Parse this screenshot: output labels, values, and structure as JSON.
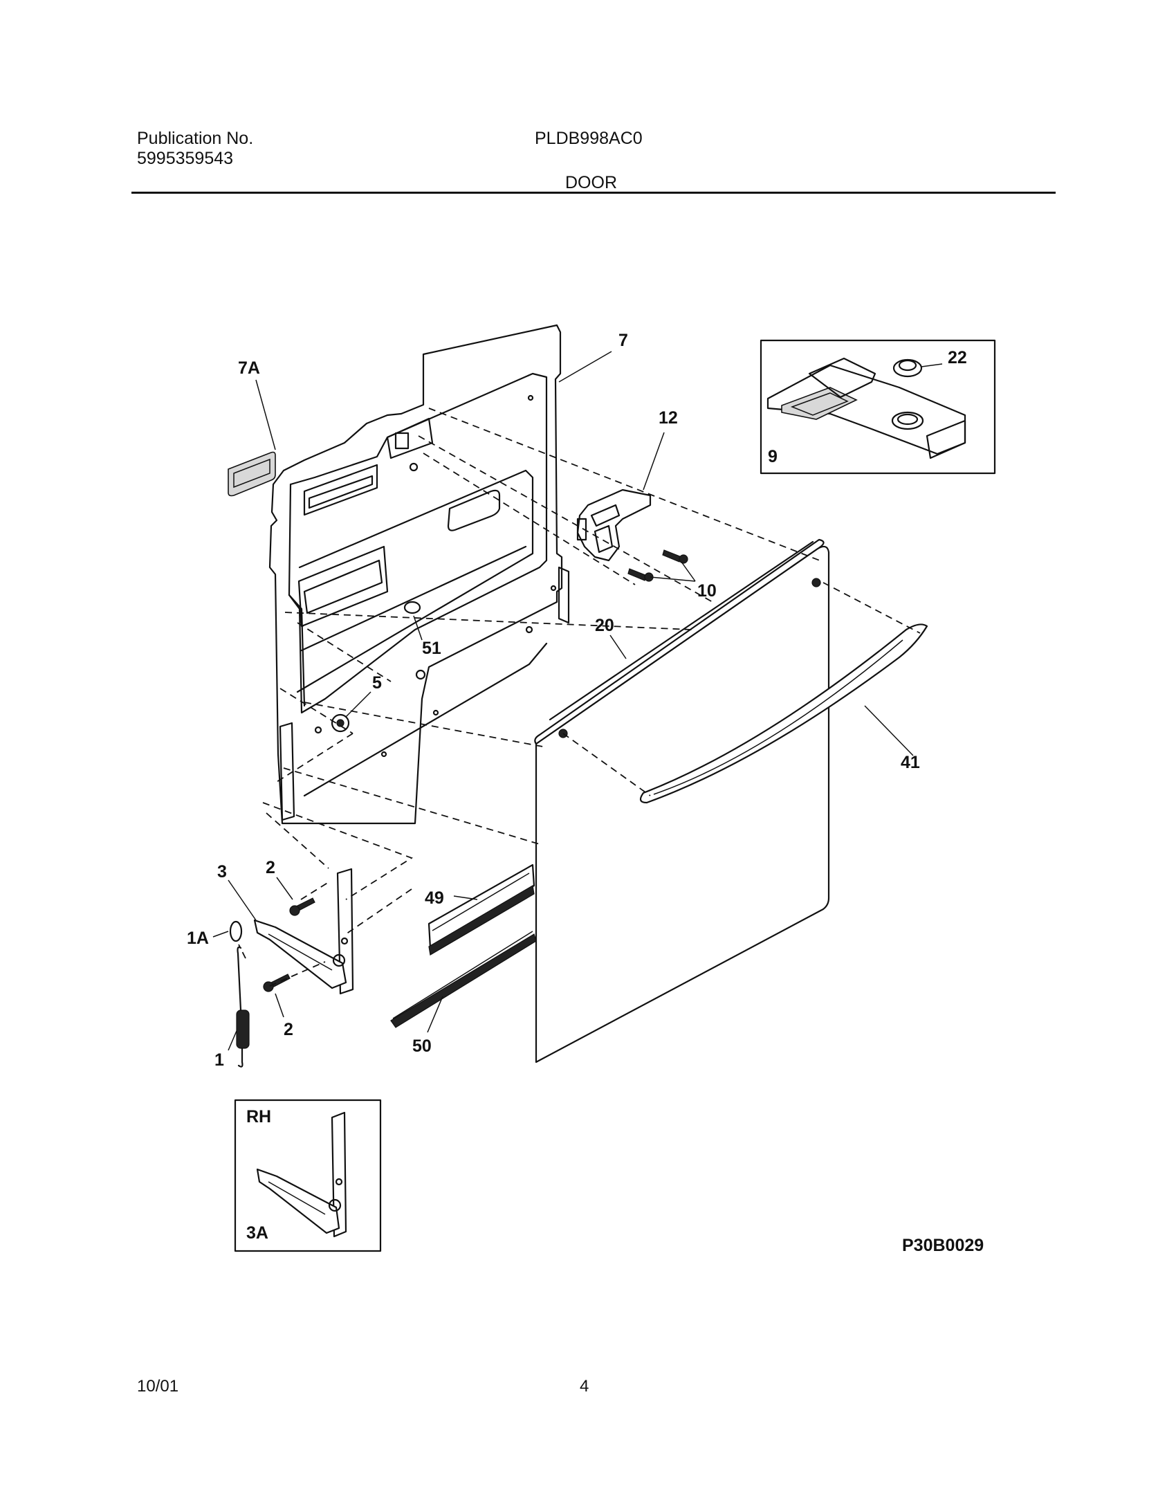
{
  "header": {
    "publication_label": "Publication No.",
    "publication_number": "5995359543",
    "model": "PLDB998AC0",
    "section_title": "DOOR"
  },
  "callouts": {
    "c7": "7",
    "c7A": "7A",
    "c22": "22",
    "c9": "9",
    "c12": "12",
    "c10": "10",
    "c51": "51",
    "c20": "20",
    "c5": "5",
    "c41": "41",
    "c3": "3",
    "c2a": "2",
    "c2b": "2",
    "c1A": "1A",
    "c49": "49",
    "c1": "1",
    "c50": "50",
    "inset_rh": "RH",
    "inset_3A": "3A"
  },
  "diagram_code": "P30B0029",
  "footer": {
    "date": "10/01",
    "page_number": "4"
  }
}
